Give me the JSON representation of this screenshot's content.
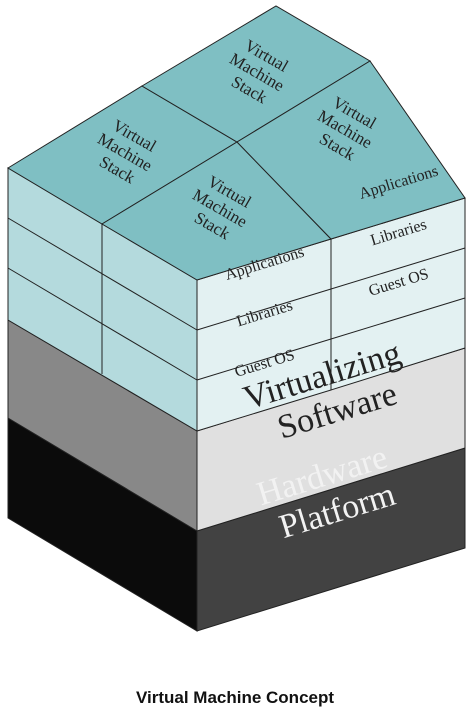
{
  "caption": "Virtual Machine Concept",
  "labels": {
    "vm_stack_line1": "Virtual",
    "vm_stack_line2": "Machine",
    "vm_stack_line3": "Stack",
    "applications": "Applications",
    "libraries": "Libraries",
    "guest_os": "Guest OS",
    "virtualizing_line1": "Virtualizing",
    "virtualizing_line2": "Software",
    "hardware_line1": "Hardware",
    "hardware_line2": "Platform"
  },
  "colors": {
    "teal_top": "#7fbfc3",
    "teal_side": "#b4dadd",
    "pale_face": "#e3f1f2",
    "light_gray": "#e0e0e0",
    "mid_gray": "#888888",
    "dark_front": "#424242",
    "black_side": "#0b0b0b",
    "stroke": "#222222"
  }
}
